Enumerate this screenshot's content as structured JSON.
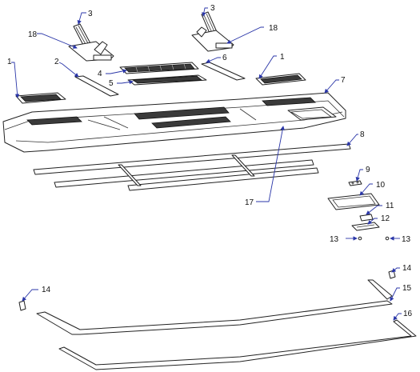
{
  "callouts": {
    "c1a": "1",
    "c1b": "1",
    "c2": "2",
    "c3a": "3",
    "c3b": "3",
    "c4": "4",
    "c5": "5",
    "c6": "6",
    "c7": "7",
    "c8": "8",
    "c9": "9",
    "c10": "10",
    "c11": "11",
    "c12": "12",
    "c13a": "13",
    "c13b": "13",
    "c14a": "14",
    "c14b": "14",
    "c15": "15",
    "c16": "16",
    "c17": "17",
    "c18a": "18",
    "c18b": "18"
  },
  "colors": {
    "leader_line": "#2a36a8",
    "part_stroke": "#222222",
    "vent_fill": "#3a3a3a",
    "background": "#ffffff"
  }
}
